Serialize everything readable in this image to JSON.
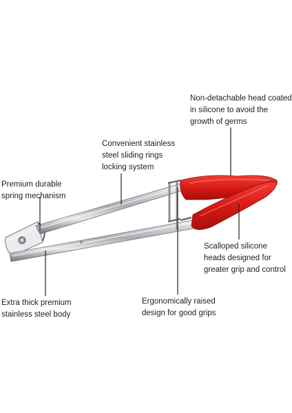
{
  "callouts": {
    "head": "Non-detachable head coated\nin silicone to avoid the\ngrowth of germs",
    "rings": "Convenient stainless\nsteel sliding rings\nlocking system",
    "spring": "Premium durable\nspring mechanism",
    "scalloped": "Scalloped silicone\nheads designed for\ngreater grip and control",
    "body": "Extra thick premium\nstainless steel body",
    "ergonomic": "Ergonomically raised\ndesign for good grips"
  },
  "colors": {
    "silicone": "#e0201c",
    "steel": "#c4c8cc",
    "leader": "#222222",
    "text": "#1e1e1e"
  }
}
